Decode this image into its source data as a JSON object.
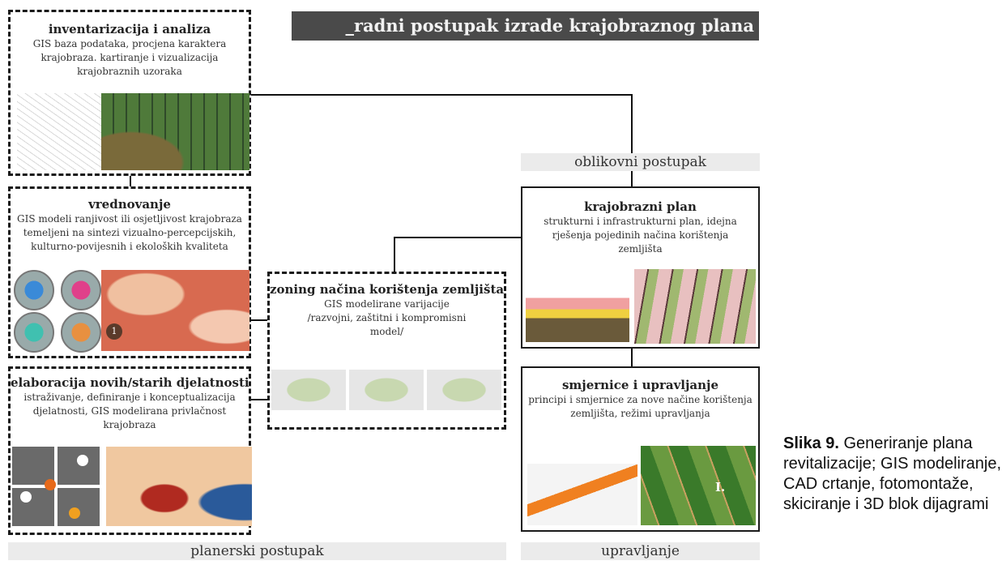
{
  "title": "_radni postupak izrade krajobraznog plana",
  "boxes": {
    "inventarizacija": {
      "title": "inventarizacija i analiza",
      "text": "GIS baza podataka, procjena karaktera krajobraza. kartiranje i vizualizacija krajobraznih uzoraka"
    },
    "vrednovanje": {
      "title": "vrednovanje",
      "text": "GIS modeli ranjivost ili osjetljivost krajobraza temeljeni na sintezi vizualno-percepcijskih, kulturno-povijesnih i ekoloških kvaliteta",
      "marker": "1"
    },
    "elaboracija": {
      "title": "elaboracija novih/starih djelatnosti",
      "text": "istraživanje, definiranje i konceptualizacija djelatnosti, GIS modelirana privlačnost krajobraza"
    },
    "zoning": {
      "title": "zoning načina korištenja zemljišta",
      "text": "GIS modelirane varijacije /razvojni, zaštitni i kompromisni model/"
    },
    "krajobrazni": {
      "title": "krajobrazni plan",
      "text": "strukturni i infrastrukturni plan, idejna rješenja pojedinih načina korištenja zemljišta"
    },
    "smjernice": {
      "title": "smjernice i upravljanje",
      "text": "principi i smjernice za nove načine korištenja zemljišta, režimi upravljanja",
      "marker": "I."
    }
  },
  "phases": {
    "oblikovni": "oblikovni postupak",
    "planerski": "planerski postupak",
    "upravljanje": "upravljanje"
  },
  "caption": {
    "label": "Slika 9.",
    "text": "Generiranje plana revitalizacije; GIS modeliranje, CAD crtanje, fotomontaže, skiciranje i 3D blok dijagrami"
  }
}
